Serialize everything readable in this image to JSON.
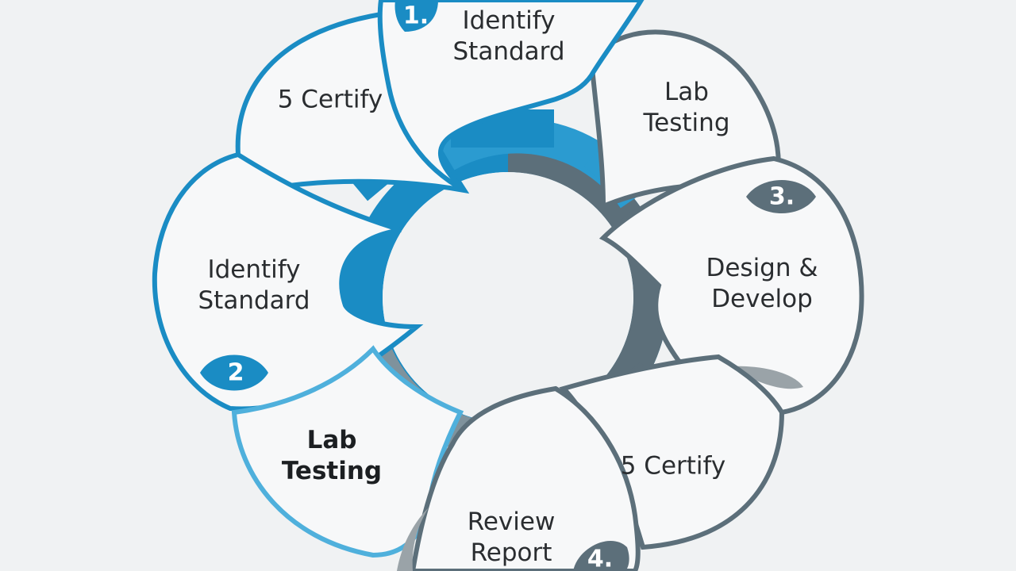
{
  "petals": [
    {
      "id": "top",
      "lines": [
        "Identify",
        "Standard"
      ],
      "badge": "1.",
      "bold": false
    },
    {
      "id": "upper-left",
      "lines": [
        "5 Certify"
      ],
      "badge": "",
      "bold": false
    },
    {
      "id": "upper-right",
      "lines": [
        "Lab",
        "Testing"
      ],
      "badge": "",
      "bold": false
    },
    {
      "id": "left",
      "lines": [
        "Identify",
        "Standard"
      ],
      "badge": "2",
      "bold": false
    },
    {
      "id": "right",
      "lines": [
        "Design &",
        "Develop"
      ],
      "badge": "3.",
      "bold": false
    },
    {
      "id": "lower-left",
      "lines": [
        "Lab",
        "Testing"
      ],
      "badge": "",
      "bold": true
    },
    {
      "id": "lower-right",
      "lines": [
        "5 Certify"
      ],
      "badge": "",
      "bold": false
    },
    {
      "id": "bottom",
      "lines": [
        "Review",
        "Report"
      ],
      "badge": "4.",
      "bold": false
    }
  ],
  "colors": {
    "background": "#f0f2f3",
    "blue": "#1a8cc4",
    "blue_light": "#4fb0dc",
    "slate": "#5c6f7a",
    "slate_light": "#7f929c",
    "petal_fill": "#f7f8f9",
    "shadow": "#9aa3a8",
    "text": "#2a2d30"
  }
}
